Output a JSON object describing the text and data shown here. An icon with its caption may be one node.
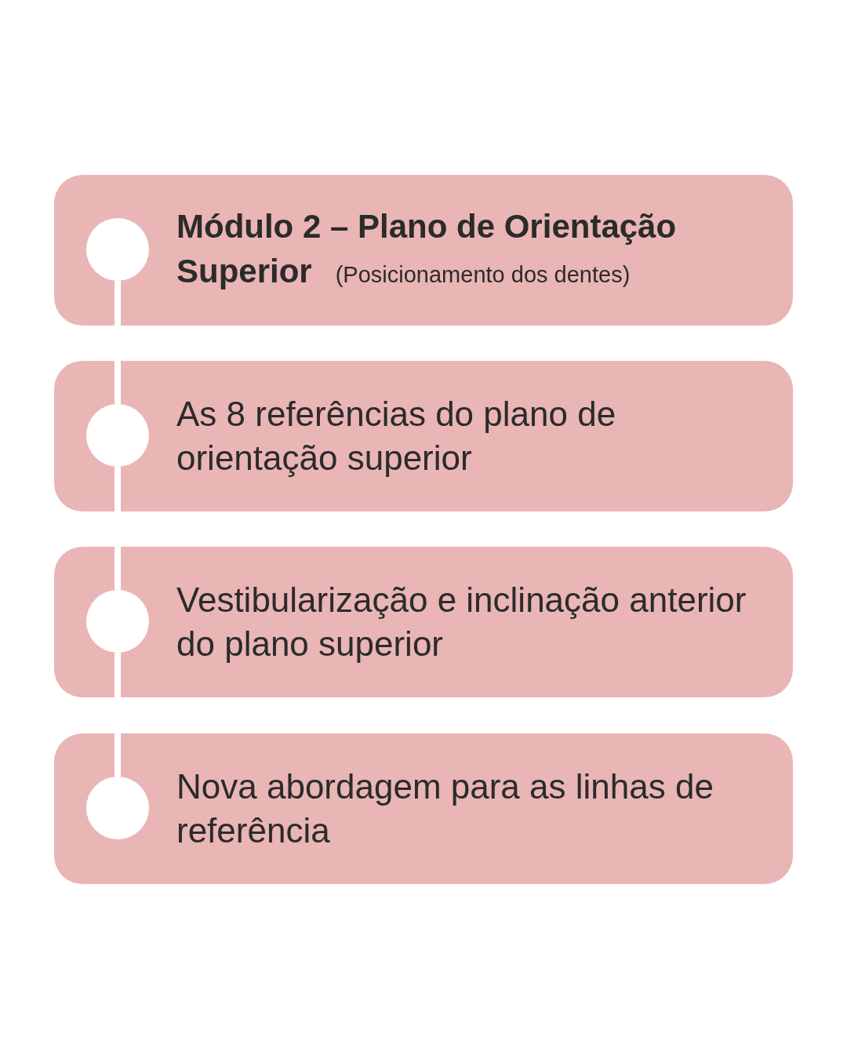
{
  "diagram": {
    "nodes": [
      {
        "text": [
          "Módulo 2 – Plano de Orientação Superior",
          "(Posicionamento dos dentes)"
        ]
      },
      {
        "text": [],
        "shape": "circle",
        "in": 0
      },
      {
        "text": [
          "As 8 referências do plano de orientação superior"
        ]
      },
      {
        "text": [],
        "shape": "circle",
        "in": 2
      },
      {
        "text": [
          "Vestibularização e inclinação anterior do plano superior"
        ]
      },
      {
        "text": [],
        "shape": "circle",
        "in": 4
      },
      {
        "text": [
          "Nova abordagem para as linhas de referência"
        ]
      },
      {
        "text": [],
        "shape": "circle",
        "in": 6
      }
    ],
    "edges": [
      {
        "from": 1,
        "to": 3,
        "arrow": "none"
      },
      {
        "from": 3,
        "to": 5,
        "arrow": "none"
      },
      {
        "from": 5,
        "to": 7,
        "arrow": "none"
      }
    ]
  }
}
